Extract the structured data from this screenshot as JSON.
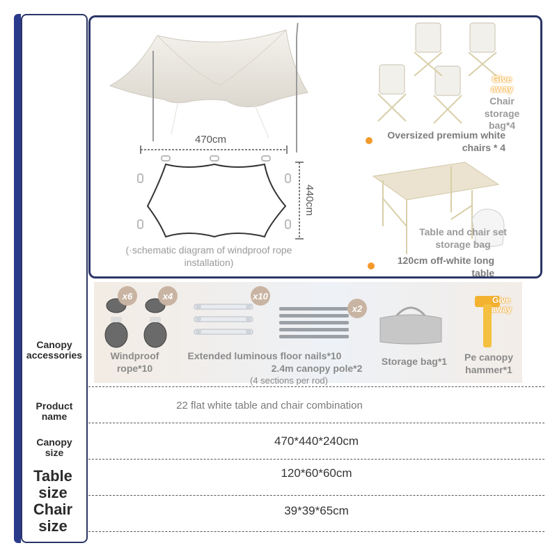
{
  "labels": {
    "accessories": "Canopy accessories",
    "product_name": "Product name",
    "canopy_size": "Canopy size",
    "table_size": "Table size",
    "chair_size": "Chair size"
  },
  "schematic": {
    "width_dim": "470cm",
    "height_dim": "440cm",
    "note": "(·schematic diagram of windproof rope installation)"
  },
  "chairs": {
    "caption": "Oversized premium white chairs * 4",
    "giveaway": "Give away",
    "bag_caption": "Chair storage bag*4"
  },
  "table": {
    "bag_caption": "Table and chair set storage bag",
    "caption": "120cm off-white long table"
  },
  "accessories": {
    "rope": {
      "badge1": "x6",
      "badge2": "x4",
      "caption": "Windproof rope*10"
    },
    "nails": {
      "badge": "x10",
      "caption": "Extended luminous floor nails*10"
    },
    "pole": {
      "badge": "x2",
      "caption": "2.4m canopy pole*2",
      "sub": "(4 sections per rod)"
    },
    "storage_bag": {
      "caption": "Storage bag*1"
    },
    "hammer": {
      "caption": "Pe canopy hammer*1",
      "giveaway": "Give away"
    }
  },
  "values": {
    "product_name": "22 flat white table and chair combination",
    "canopy_size": "470*440*240cm",
    "table_size": "120*60*60cm",
    "chair_size": "39*39*65cm"
  },
  "colors": {
    "navy": "#2a3566",
    "accent": "#f39a2b",
    "canopy": "#efece6"
  },
  "icons": [
    "canopy-illustration",
    "chair-icon",
    "table-icon",
    "rope-icon",
    "stake-icon",
    "pole-icon",
    "storage-bag-icon",
    "hammer-icon"
  ]
}
